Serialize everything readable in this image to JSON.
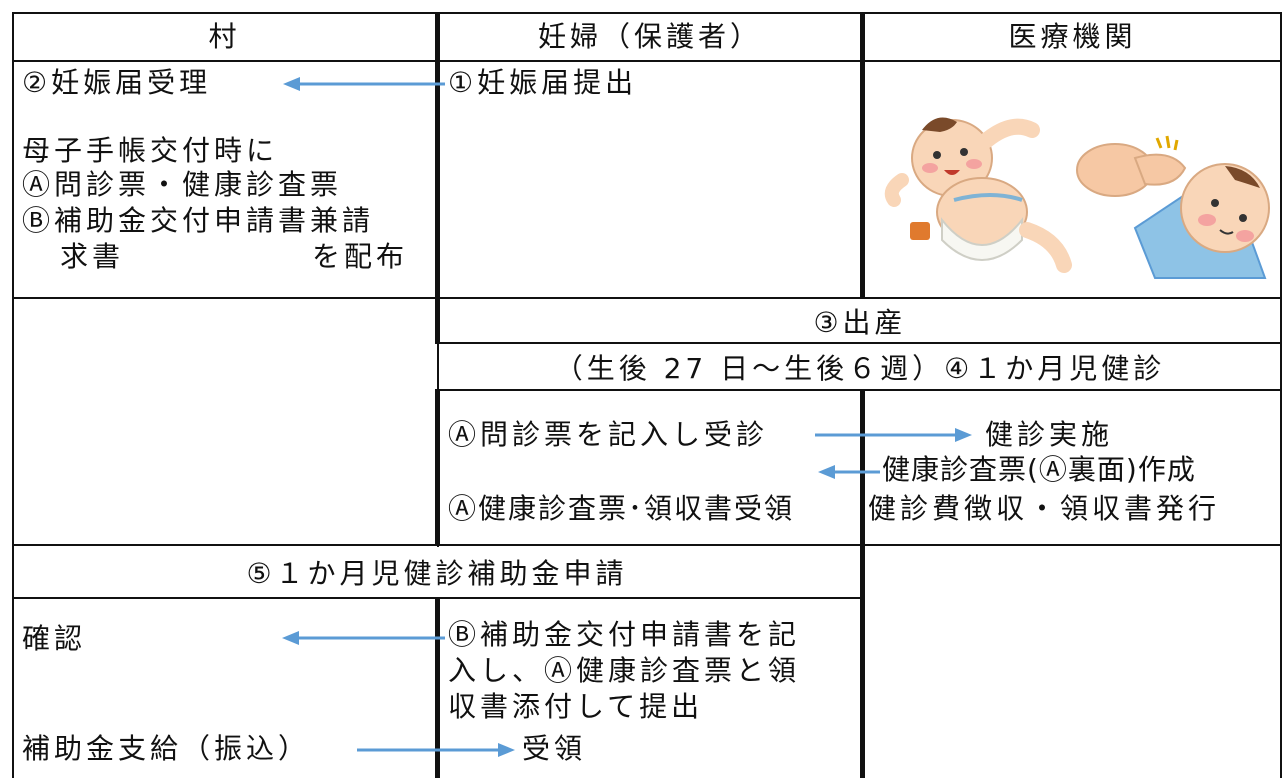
{
  "headers": {
    "village": "村",
    "pregnant": "妊婦（保護者）",
    "medical": "医療機関"
  },
  "row1": {
    "village_receipt": "②妊娠届受理",
    "village_note_1": "母子手帳交付時に",
    "village_note_2": "Ⓐ問診票・健康診査票",
    "village_note_3": "Ⓑ補助金交付申請書兼請",
    "village_note_4a": "求書",
    "village_note_4b": "を配布",
    "pregnant_submit": "①妊娠届提出"
  },
  "row2": {
    "birth": "③出産",
    "checkup_title": "（生後 27 日～生後６週）④１か月児健診",
    "pregnant_visit": "Ⓐ問診票を記入し受診",
    "medical_exec": "健診実施",
    "medical_create": "健康診査票(Ⓐ裏面)作成",
    "pregnant_receive": "Ⓐ健康診査票･領収書受領",
    "medical_fee": "健診費徴収・領収書発行"
  },
  "row3": {
    "subsidy_title": "⑤１か月児健診補助金申請",
    "village_confirm": "確認",
    "pregnant_apply_1": "Ⓑ補助金交付申請書を記",
    "pregnant_apply_2": "入し、Ⓐ健康診査票と領",
    "pregnant_apply_3": "収書添付して提出",
    "village_pay": "補助金支給（振込）",
    "pregnant_accept": "受領"
  },
  "colors": {
    "arrow": "#5b9bd5",
    "border": "#111111",
    "skin": "#f9d6b8",
    "cheek": "#f4a3a0",
    "hair": "#7a4a2a",
    "diaper": "#f7f7f2",
    "blue_clothes": "#8ec3e6"
  },
  "icons": [
    "baby-measuring-icon",
    "baby-fist-icon"
  ]
}
